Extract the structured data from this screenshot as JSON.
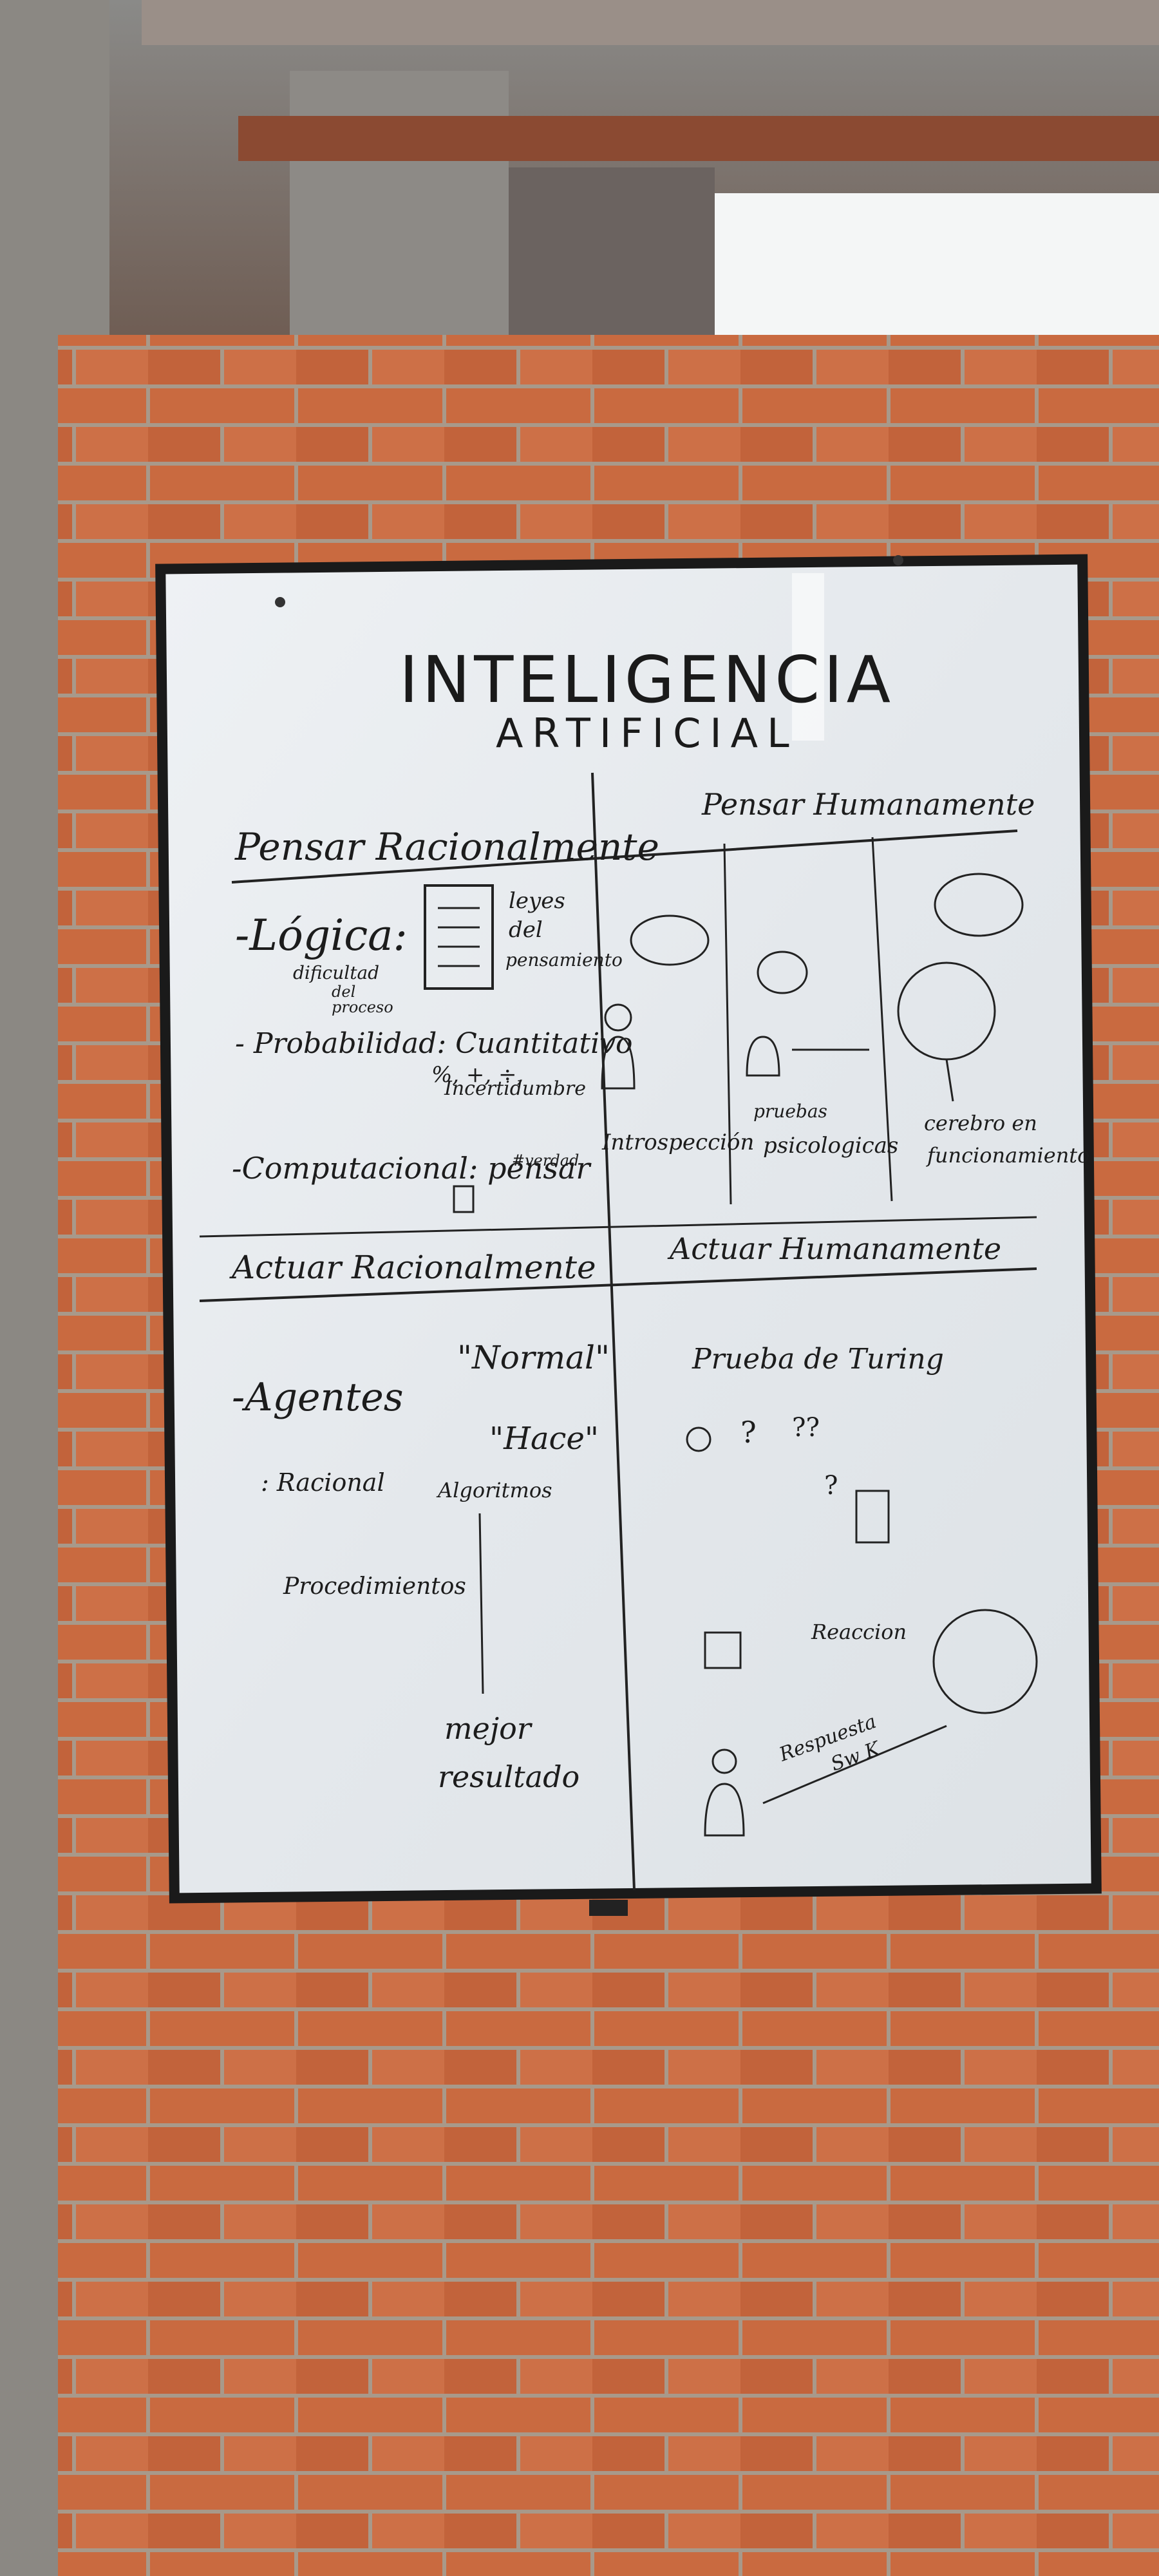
{
  "board": {
    "title_line1": "INTELIGENCIA",
    "title_line2": "ARTIFICIAL",
    "q1": {
      "heading": "Pensar Racionalmente",
      "logica": "-Lógica:",
      "leyes": [
        "leyes",
        "del",
        "pensamiento"
      ],
      "dificultad": [
        "dificultad",
        "del",
        "proceso"
      ],
      "probabilidad": "- Probabilidad: Cuantitativo",
      "prob_ops": "%, +, ÷,",
      "incertidumbre": "Incertidumbre",
      "computacional": "-Computacional: pensar",
      "comp_note": "#verdad"
    },
    "q2": {
      "heading": "Pensar Humanamente",
      "col1": "Introspección",
      "col2_top": "pruebas",
      "col2": "psicologicas",
      "col3": [
        "cerebro en",
        "funcionamiento"
      ]
    },
    "q3": {
      "heading": "Actuar Racionalmente",
      "agentes": "-Agentes",
      "normal": "\"Normal\"",
      "hace": "\"Hace\"",
      "racional": ": Racional",
      "algoritmos": "Algoritmos",
      "procedimientos": "Procedimientos",
      "mejor": "mejor",
      "resultado": "resultado"
    },
    "q4": {
      "heading": "Actuar Humanamente",
      "turing": "Prueba de Turing",
      "q_marks": [
        "?",
        "??",
        "?"
      ],
      "reaccion": "Reaccion",
      "respuesta": "Respuesta",
      "sw": "Sw K"
    }
  },
  "colors": {
    "brick": "#c96a40",
    "mortar": "#a89a8a",
    "board": "#e9edf0",
    "frame": "#1a1a1a"
  }
}
